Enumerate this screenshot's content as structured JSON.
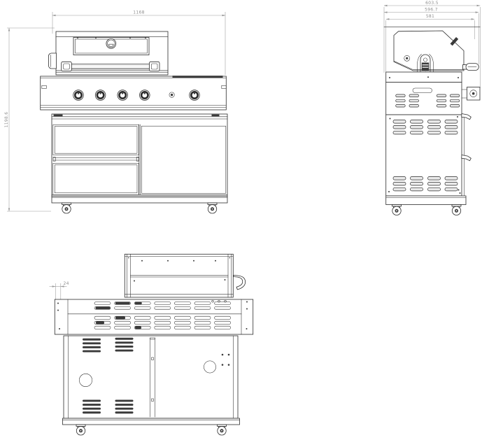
{
  "colors": {
    "background": "#ffffff",
    "line_color": "#2b2b2b",
    "dim_color": "#9a9a9a",
    "dim_text": "#8f8f8f",
    "dark_fill": "#3a3a3a",
    "light_fill": "#e9e9e9"
  },
  "dimensions": {
    "front_width": "1168",
    "front_height": "1198.6",
    "side_depth_overall": "603.5",
    "side_depth_hood": "596.7",
    "side_depth_body": "581",
    "rear_panel_offset": "24"
  }
}
